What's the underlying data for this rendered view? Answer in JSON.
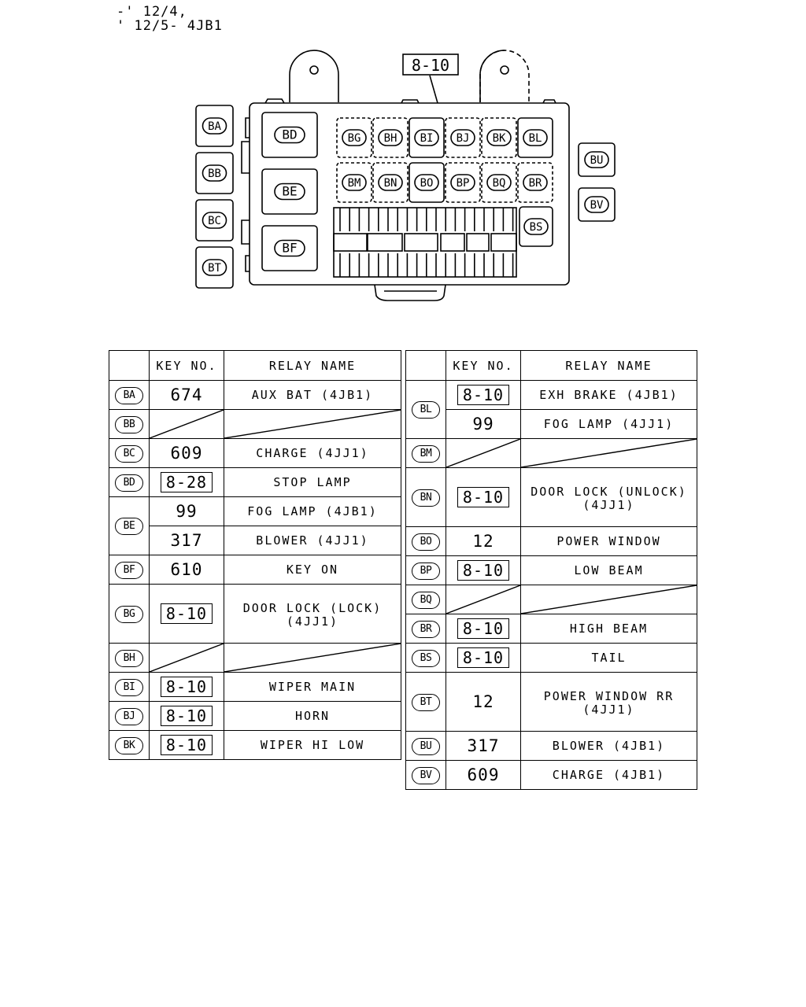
{
  "header": {
    "line1": "-' 12/4,",
    "line2": "' 12/5- 4JB1"
  },
  "diagram": {
    "callout": "8-10",
    "left_relays": [
      "BA",
      "BB",
      "BC",
      "BT"
    ],
    "large_relays": [
      "BD",
      "BE",
      "BF"
    ],
    "row1": [
      "BG",
      "BH",
      "BI",
      "BJ",
      "BK",
      "BL"
    ],
    "row2": [
      "BM",
      "BN",
      "BO",
      "BP",
      "BQ",
      "BR"
    ],
    "side": "BS",
    "right_relays": [
      "BU",
      "BV"
    ]
  },
  "table_headers": {
    "key": "KEY NO.",
    "name": "RELAY NAME"
  },
  "left_table": [
    {
      "id": "BA",
      "rows": [
        {
          "key": "674",
          "boxed": false,
          "name": "AUX BAT (4JB1)"
        }
      ]
    },
    {
      "id": "BB",
      "rows": [
        {
          "blank": true
        }
      ]
    },
    {
      "id": "BC",
      "rows": [
        {
          "key": "609",
          "boxed": false,
          "name": "CHARGE (4JJ1)"
        }
      ]
    },
    {
      "id": "BD",
      "rows": [
        {
          "key": "8-28",
          "boxed": true,
          "name": "STOP LAMP"
        }
      ]
    },
    {
      "id": "BE",
      "rows": [
        {
          "key": "99",
          "boxed": false,
          "name": "FOG LAMP (4JB1)"
        },
        {
          "key": "317",
          "boxed": false,
          "name": "BLOWER (4JJ1)"
        }
      ]
    },
    {
      "id": "BF",
      "rows": [
        {
          "key": "610",
          "boxed": false,
          "name": "KEY ON"
        }
      ]
    },
    {
      "id": "BG",
      "tall": true,
      "rows": [
        {
          "key": "8-10",
          "boxed": true,
          "name": "DOOR LOCK (LOCK)",
          "name2": "(4JJ1)"
        }
      ]
    },
    {
      "id": "BH",
      "rows": [
        {
          "blank": true
        }
      ]
    },
    {
      "id": "BI",
      "rows": [
        {
          "key": "8-10",
          "boxed": true,
          "name": "WIPER MAIN"
        }
      ]
    },
    {
      "id": "BJ",
      "rows": [
        {
          "key": "8-10",
          "boxed": true,
          "name": "HORN"
        }
      ]
    },
    {
      "id": "BK",
      "rows": [
        {
          "key": "8-10",
          "boxed": true,
          "name": "WIPER HI LOW"
        }
      ]
    }
  ],
  "right_table": [
    {
      "id": "BL",
      "rows": [
        {
          "key": "8-10",
          "boxed": true,
          "name": "EXH BRAKE (4JB1)"
        },
        {
          "key": "99",
          "boxed": false,
          "name": "FOG LAMP (4JJ1)"
        }
      ]
    },
    {
      "id": "BM",
      "rows": [
        {
          "blank": true
        }
      ]
    },
    {
      "id": "BN",
      "tall": true,
      "rows": [
        {
          "key": "8-10",
          "boxed": true,
          "name": "DOOR LOCK (UNLOCK)",
          "name2": "(4JJ1)"
        }
      ]
    },
    {
      "id": "BO",
      "rows": [
        {
          "key": "12",
          "boxed": false,
          "name": "POWER WINDOW"
        }
      ]
    },
    {
      "id": "BP",
      "rows": [
        {
          "key": "8-10",
          "boxed": true,
          "name": "LOW BEAM"
        }
      ]
    },
    {
      "id": "BQ",
      "rows": [
        {
          "blank": true
        }
      ]
    },
    {
      "id": "BR",
      "rows": [
        {
          "key": "8-10",
          "boxed": true,
          "name": "HIGH BEAM"
        }
      ]
    },
    {
      "id": "BS",
      "rows": [
        {
          "key": "8-10",
          "boxed": true,
          "name": "TAIL"
        }
      ]
    },
    {
      "id": "BT",
      "tall": true,
      "rows": [
        {
          "key": "12",
          "boxed": false,
          "name": "POWER WINDOW RR",
          "name2": "(4JJ1)"
        }
      ]
    },
    {
      "id": "BU",
      "rows": [
        {
          "key": "317",
          "boxed": false,
          "name": "BLOWER (4JB1)"
        }
      ]
    },
    {
      "id": "BV",
      "rows": [
        {
          "key": "609",
          "boxed": false,
          "name": "CHARGE (4JB1)"
        }
      ]
    }
  ]
}
